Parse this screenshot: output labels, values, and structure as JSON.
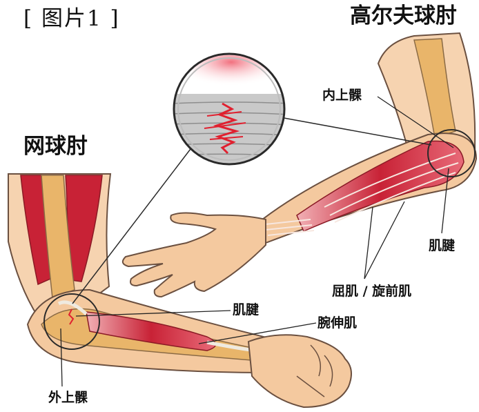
{
  "figure": {
    "figure_label": "[ 图片1 ]",
    "title_golfer": "高尔夫球肘",
    "title_tennis": "网球肘"
  },
  "labels": {
    "medial_epicondyle": "内上髁",
    "tendon_golfer": "肌腱",
    "flexor_pronator": "屈肌 / 旋前肌",
    "tendon_tennis": "肌腱",
    "wrist_extensor": "腕伸肌",
    "lateral_epicondyle": "外上髁"
  },
  "colors": {
    "skin": "#f4c99f",
    "skin_outline": "#6b5040",
    "muscle": "#cf2b3a",
    "bone": "#e9b56a",
    "tendon": "#efeae0",
    "tear": "#e0202f"
  }
}
